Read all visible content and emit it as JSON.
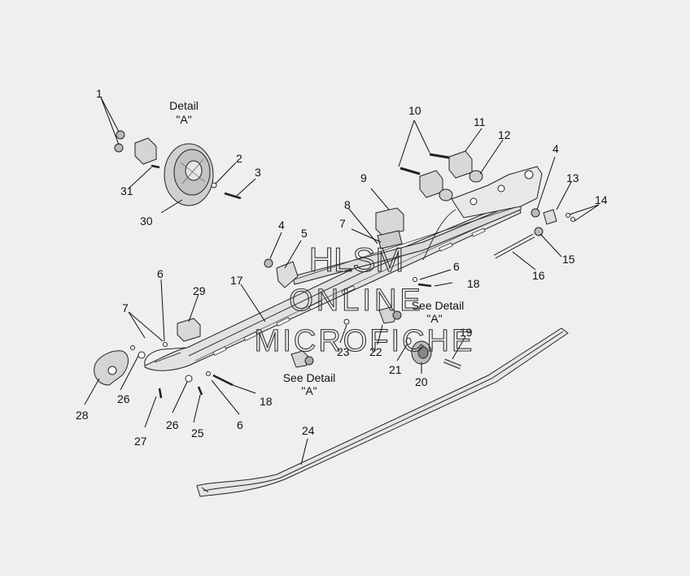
{
  "diagram": {
    "watermark": [
      "HLSM",
      "ONLINE",
      "MICROFICHE"
    ],
    "detail_label": [
      "Detail",
      "\"A\""
    ],
    "see_detail_upper": [
      "See Detail",
      "\"A\""
    ],
    "see_detail_lower": [
      "See Detail",
      "\"A\""
    ],
    "callouts": {
      "c1": "1",
      "c2": "2",
      "c3": "3",
      "c4a": "4",
      "c4b": "4",
      "c5": "5",
      "c6a": "6",
      "c6b": "6",
      "c6c": "6",
      "c7a": "7",
      "c7b": "7",
      "c8": "8",
      "c9": "9",
      "c10": "10",
      "c11": "11",
      "c12": "12",
      "c13": "13",
      "c14": "14",
      "c15": "15",
      "c16": "16",
      "c17": "17",
      "c18a": "18",
      "c18b": "18",
      "c19": "19",
      "c20": "20",
      "c21": "21",
      "c22": "22",
      "c23": "23",
      "c24": "24",
      "c25": "25",
      "c26a": "26",
      "c26b": "26",
      "c27": "27",
      "c28": "28",
      "c29": "29",
      "c30": "30",
      "c31": "31"
    }
  }
}
